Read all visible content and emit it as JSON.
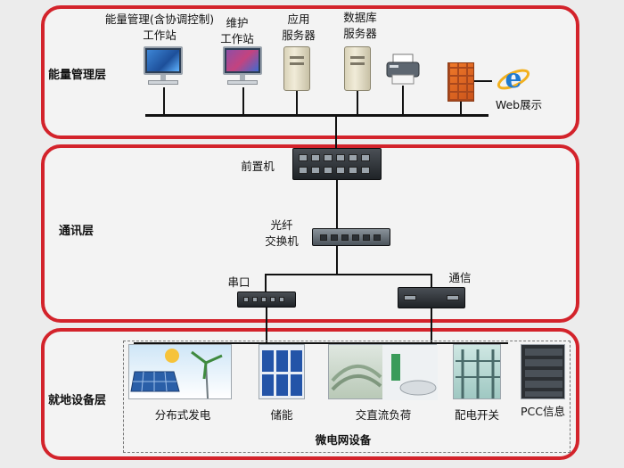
{
  "layers": {
    "management": "能量管理层",
    "communication": "通讯层",
    "field": "就地设备层"
  },
  "management": {
    "energy_station_line1": "能量管理(含协调控制)",
    "energy_station_line2": "工作站",
    "maintenance_line1": "维护",
    "maintenance_line2": "工作站",
    "app_server_line1": "应用",
    "app_server_line2": "服务器",
    "db_server_line1": "数据库",
    "db_server_line2": "服务器",
    "web_display": "Web展示",
    "web_icon_letter": "e"
  },
  "communication": {
    "front_end": "前置机",
    "fiber_line1": "光纤",
    "fiber_line2": "交换机",
    "serial_port": "串口",
    "comm": "通信"
  },
  "field": {
    "devices": [
      "分布式发电",
      "储能",
      "交直流负荷",
      "配电开关",
      "PCC信息"
    ],
    "group_label": "微电网设备"
  },
  "colors": {
    "layer_border": "#d3232b",
    "background": "#ececec"
  }
}
